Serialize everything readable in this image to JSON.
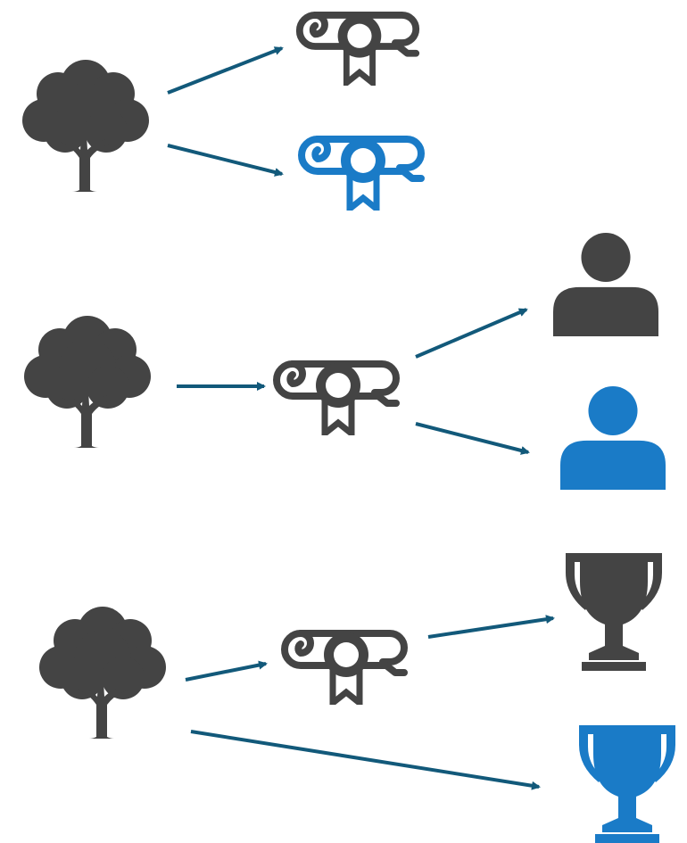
{
  "colors": {
    "dark": "#444444",
    "blue": "#1a7bc7",
    "arrow": "#12597a",
    "background": "#ffffff"
  },
  "rows": [
    {
      "name": "row-1",
      "nodes": [
        {
          "id": "tree-1",
          "icon": "tree-icon",
          "color": "dark"
        },
        {
          "id": "diploma-1a",
          "icon": "diploma-icon",
          "color": "dark"
        },
        {
          "id": "diploma-1b",
          "icon": "diploma-icon",
          "color": "blue"
        }
      ],
      "edges": [
        {
          "from": "tree-1",
          "to": "diploma-1a"
        },
        {
          "from": "tree-1",
          "to": "diploma-1b"
        }
      ]
    },
    {
      "name": "row-2",
      "nodes": [
        {
          "id": "tree-2",
          "icon": "tree-icon",
          "color": "dark"
        },
        {
          "id": "diploma-2",
          "icon": "diploma-icon",
          "color": "dark"
        },
        {
          "id": "person-2a",
          "icon": "person-icon",
          "color": "dark"
        },
        {
          "id": "person-2b",
          "icon": "person-icon",
          "color": "blue"
        }
      ],
      "edges": [
        {
          "from": "tree-2",
          "to": "diploma-2"
        },
        {
          "from": "diploma-2",
          "to": "person-2a"
        },
        {
          "from": "diploma-2",
          "to": "person-2b"
        }
      ]
    },
    {
      "name": "row-3",
      "nodes": [
        {
          "id": "tree-3",
          "icon": "tree-icon",
          "color": "dark"
        },
        {
          "id": "diploma-3",
          "icon": "diploma-icon",
          "color": "dark"
        },
        {
          "id": "trophy-3a",
          "icon": "trophy-icon",
          "color": "dark"
        },
        {
          "id": "trophy-3b",
          "icon": "trophy-icon",
          "color": "blue"
        }
      ],
      "edges": [
        {
          "from": "tree-3",
          "to": "diploma-3"
        },
        {
          "from": "diploma-3",
          "to": "trophy-3a"
        },
        {
          "from": "tree-3",
          "to": "trophy-3b"
        }
      ]
    }
  ]
}
